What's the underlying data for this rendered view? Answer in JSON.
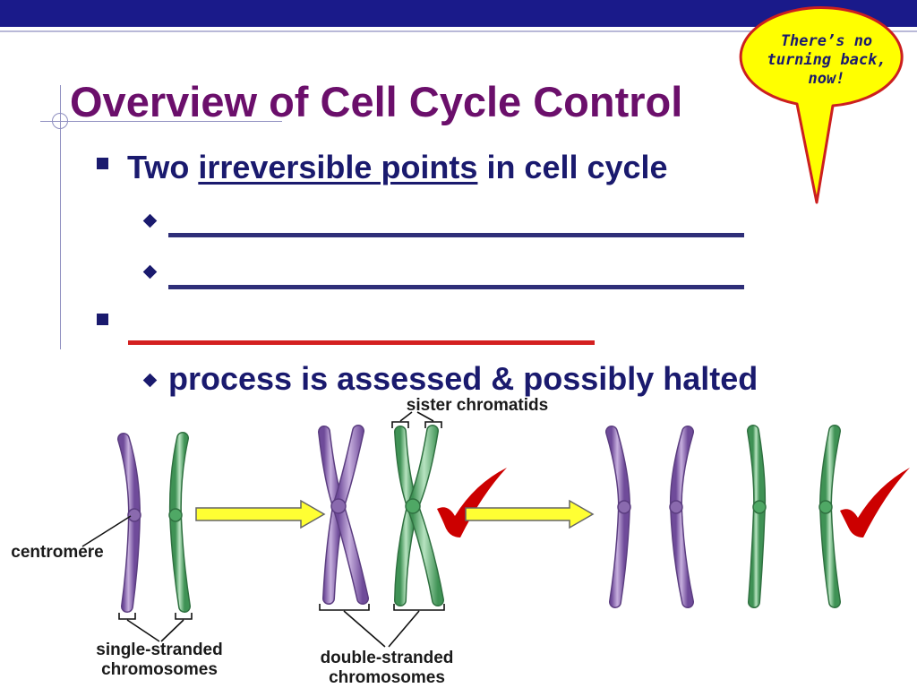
{
  "slide": {
    "title": "Overview of Cell Cycle Control",
    "bullet1": {
      "prefix": "Two ",
      "underlined": "irreversible points",
      "suffix": " in cell cycle"
    },
    "subbullet3": "process is assessed & possibly halted"
  },
  "callout": {
    "line1": "There’s no",
    "line2": "turning back,",
    "line3": "now!"
  },
  "diagram": {
    "label_sister_chromatids": "sister chromatids",
    "label_centromere": "centromere",
    "label_single_1": "single-stranded",
    "label_single_2": "chromosomes",
    "label_double_1": "double-stranded",
    "label_double_2": "chromosomes"
  },
  "colors": {
    "title": "#6b0f6b",
    "text": "#1a1a6e",
    "blank_blue": "#2e2e78",
    "blank_red": "#d42020",
    "bubble_fill": "#ffff00",
    "bubble_stroke": "#cc1f1f",
    "check": "#cc0000",
    "arrow_fill": "#ffff33",
    "chromosome_purple": "#a78bc4",
    "chromosome_green": "#7fc48f"
  }
}
